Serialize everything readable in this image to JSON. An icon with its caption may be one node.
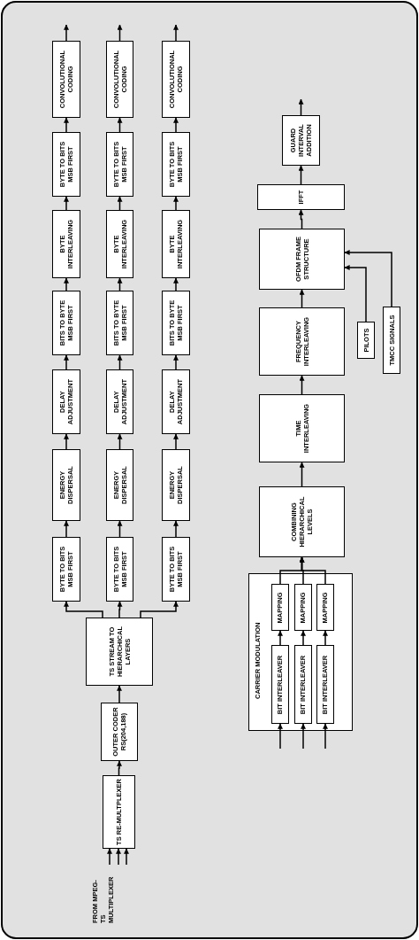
{
  "diagram": {
    "nodes": [
      {
        "text": [
          "FROM MPEG-TS MULTIPLEXER"
        ]
      },
      {
        "text": [
          "TS RE-MULTPLEXER"
        ]
      },
      {
        "text": [
          "OUTER CODER RS(204,188)"
        ]
      },
      {
        "text": [
          "TS STREAM TO HIERARCHICAL LAYERS"
        ]
      },
      {
        "text": [
          "BYTE TO BITS MSB FIRST"
        ]
      },
      {
        "text": [
          "ENERGY DISPERSAL"
        ]
      },
      {
        "text": [
          "DELAY ADJUSTMENT"
        ]
      },
      {
        "text": [
          "BITS TO BYTE MSB FIRST"
        ]
      },
      {
        "text": [
          "BYTE INTERLEAVING"
        ]
      },
      {
        "text": [
          "BYTE TO BITS MSB FIRST"
        ]
      },
      {
        "text": [
          "CONVOLUTIONAL CODING"
        ]
      },
      {
        "text": [
          "BYTE TO BITS MSB FIRST"
        ]
      },
      {
        "text": [
          "ENERGY DISPERSAL"
        ]
      },
      {
        "text": [
          "DELAY ADJUSTMENT"
        ]
      },
      {
        "text": [
          "BITS TO BYTE MSB FIRST"
        ]
      },
      {
        "text": [
          "BYTE INTERLEAVING"
        ]
      },
      {
        "text": [
          "BYTE TO BITS MSB FIRST"
        ]
      },
      {
        "text": [
          "CONVOLUTIONAL CODING"
        ]
      },
      {
        "text": [
          "BYTE TO BITS MSB FIRST"
        ]
      },
      {
        "text": [
          "ENERGY DISPERSAL"
        ]
      },
      {
        "text": [
          "DELAY ADJUSTMENT"
        ]
      },
      {
        "text": [
          "BITS TO BYTE MSB FIRST"
        ]
      },
      {
        "text": [
          "BYTE INTERLEAVING"
        ]
      },
      {
        "text": [
          "BYTE TO BITS MSB FIRST"
        ]
      },
      {
        "text": [
          "CONVOLUTIONAL CODING"
        ]
      },
      {
        "text": [
          "CARRIER MODULATION"
        ]
      },
      {
        "text": [
          "BIT INTERLEAVER"
        ],
        "in": 25
      },
      {
        "text": [
          "MAPPING"
        ],
        "in": 25
      },
      {
        "text": [
          "BIT INTERLEAVER"
        ],
        "in": 25
      },
      {
        "text": [
          "MAPPING"
        ],
        "in": 25
      },
      {
        "text": [
          "BIT INTERLEAVER"
        ],
        "in": 25
      },
      {
        "text": [
          "MAPPING"
        ],
        "in": 25
      },
      {
        "text": [
          "COMBINING HIERARCHICAL LEVELS"
        ]
      },
      {
        "text": [
          "TIME INTERLEAVING"
        ]
      },
      {
        "text": [
          "FREQUENCY INTERLEAVING"
        ]
      },
      {
        "text": [
          "OFDM FRAME STRUCTURE"
        ]
      },
      {
        "text": [
          "IFFT"
        ]
      },
      {
        "text": [
          "GUARD INTERVAL ADDITION"
        ]
      },
      {
        "text": [
          "PILOTS"
        ]
      },
      {
        "text": [
          "TMCC SIGNALS"
        ]
      }
    ],
    "edges": [
      {
        "from": 0,
        "to": 1,
        "arrow": "to"
      },
      {
        "from": 0,
        "to": 1,
        "arrow": "to"
      },
      {
        "from": 0,
        "to": 1,
        "arrow": "to"
      },
      {
        "from": 1,
        "to": 2,
        "arrow": "to"
      },
      {
        "from": 2,
        "to": 3,
        "arrow": "to"
      },
      {
        "from": 3,
        "to": 4,
        "arrow": "to"
      },
      {
        "from": 3,
        "to": 11,
        "arrow": "to"
      },
      {
        "from": 3,
        "to": 18,
        "arrow": "to"
      },
      {
        "from": 4,
        "to": 5,
        "arrow": "to"
      },
      {
        "from": 5,
        "to": 6,
        "arrow": "to"
      },
      {
        "from": 6,
        "to": 7,
        "arrow": "to"
      },
      {
        "from": 7,
        "to": 8,
        "arrow": "to"
      },
      {
        "from": 8,
        "to": 9,
        "arrow": "to"
      },
      {
        "from": 9,
        "to": 10,
        "arrow": "to"
      },
      {
        "from": 10,
        "to": null,
        "arrow": "to"
      },
      {
        "from": 11,
        "to": 12,
        "arrow": "to"
      },
      {
        "from": 12,
        "to": 13,
        "arrow": "to"
      },
      {
        "from": 13,
        "to": 14,
        "arrow": "to"
      },
      {
        "from": 14,
        "to": 15,
        "arrow": "to"
      },
      {
        "from": 15,
        "to": 16,
        "arrow": "to"
      },
      {
        "from": 16,
        "to": 17,
        "arrow": "to"
      },
      {
        "from": 17,
        "to": null,
        "arrow": "to"
      },
      {
        "from": 18,
        "to": 19,
        "arrow": "to"
      },
      {
        "from": 19,
        "to": 20,
        "arrow": "to"
      },
      {
        "from": 20,
        "to": 21,
        "arrow": "to"
      },
      {
        "from": 21,
        "to": 22,
        "arrow": "to"
      },
      {
        "from": 22,
        "to": 23,
        "arrow": "to"
      },
      {
        "from": 23,
        "to": 24,
        "arrow": "to"
      },
      {
        "from": 24,
        "to": null,
        "arrow": "to"
      },
      {
        "from": null,
        "to": 26,
        "arrow": "to"
      },
      {
        "from": null,
        "to": 28,
        "arrow": "to"
      },
      {
        "from": null,
        "to": 30,
        "arrow": "to"
      },
      {
        "from": 26,
        "to": 27,
        "arrow": "to"
      },
      {
        "from": 28,
        "to": 29,
        "arrow": "to"
      },
      {
        "from": 30,
        "to": 31,
        "arrow": "to"
      },
      {
        "from": 27,
        "to": 32,
        "arrow": "to"
      },
      {
        "from": 29,
        "to": 32,
        "arrow": "to"
      },
      {
        "from": 31,
        "to": 32,
        "arrow": "to"
      },
      {
        "from": 32,
        "to": 33,
        "arrow": "to"
      },
      {
        "from": 33,
        "to": 34,
        "arrow": "to"
      },
      {
        "from": 34,
        "to": 35,
        "arrow": "to"
      },
      {
        "from": 35,
        "to": 36,
        "arrow": "to"
      },
      {
        "from": 36,
        "to": 37,
        "arrow": "to"
      },
      {
        "from": 37,
        "to": null,
        "arrow": "to"
      },
      {
        "from": 38,
        "to": 35,
        "arrow": "to"
      },
      {
        "from": 39,
        "to": 35,
        "arrow": "to"
      }
    ]
  }
}
